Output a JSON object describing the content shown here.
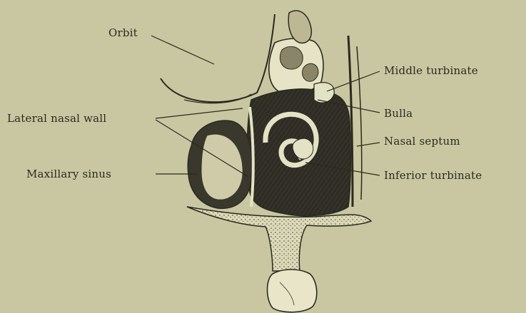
{
  "figure": {
    "labels": {
      "orbit": "Orbit",
      "lateral_nasal_wall": "Lateral nasal wall",
      "maxillary_sinus": "Maxillary sinus",
      "middle_turbinate": "Middle turbinate",
      "bulla": "Bulla",
      "nasal_septum": "Nasal septum",
      "inferior_turbinate": "Inferior turbinate"
    },
    "colors": {
      "paper": "#c9c7a1",
      "ink": "#2a2a20",
      "cavity": "#2e2c24",
      "bone_light": "#e4e2c4"
    }
  }
}
